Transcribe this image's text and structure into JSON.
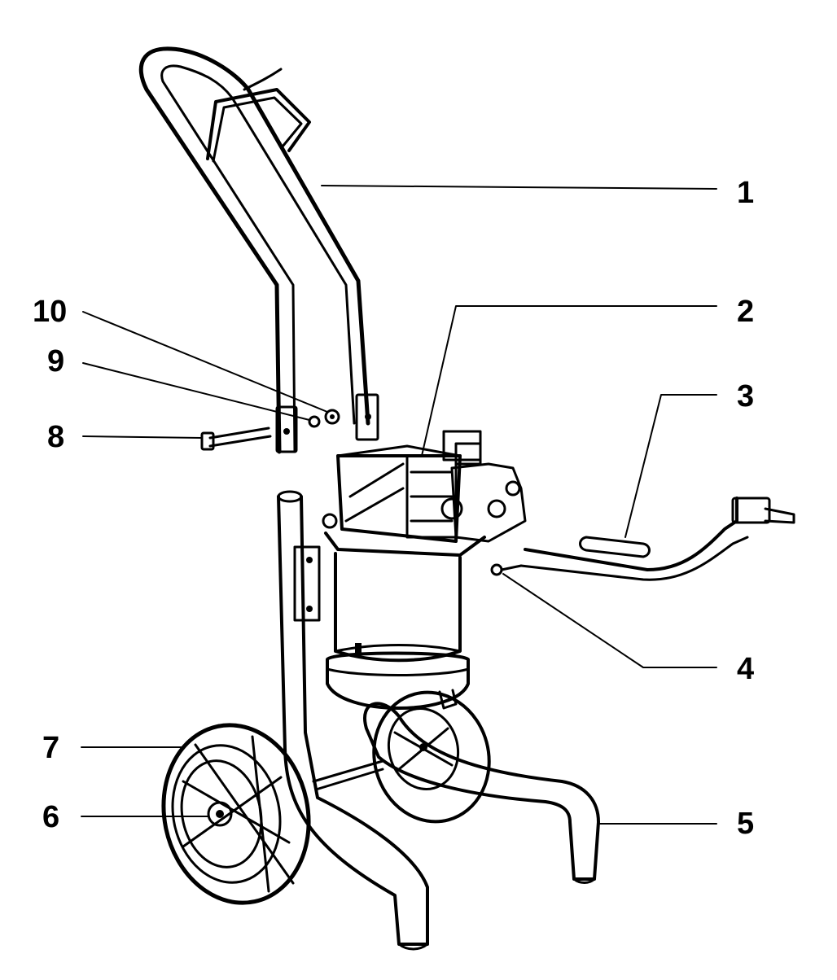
{
  "diagram": {
    "part_numbers": [
      "1",
      "2",
      "3",
      "4",
      "5",
      "6",
      "7",
      "8",
      "9",
      "10"
    ]
  },
  "colors": {
    "ink": "#000000",
    "paper": "#ffffff"
  }
}
